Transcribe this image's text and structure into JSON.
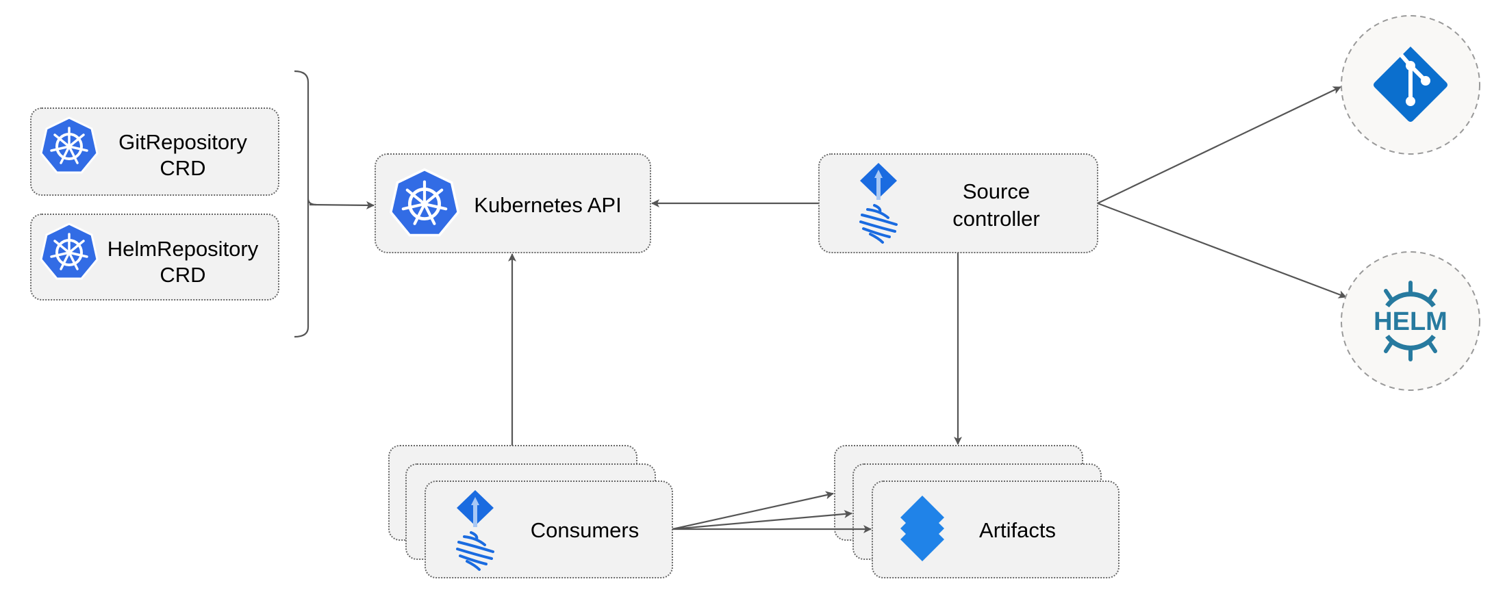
{
  "nodes": {
    "git_repository_crd": {
      "line1": "GitRepository",
      "line2": "CRD"
    },
    "helm_repository_crd": {
      "line1": "HelmRepository",
      "line2": "CRD"
    },
    "kubernetes_api": {
      "label": "Kubernetes API"
    },
    "source_controller": {
      "line1": "Source",
      "line2": "controller"
    },
    "consumers": {
      "label": "Consumers"
    },
    "artifacts": {
      "label": "Artifacts"
    },
    "git_logo": {
      "icon": "git-icon"
    },
    "helm_logo": {
      "icon": "helm-icon",
      "text": "HELM"
    }
  },
  "colors": {
    "kubernetes_blue": "#326ce5",
    "flux_blue": "#1a6be0",
    "git_blue": "#0b6fce",
    "helm_teal": "#277a9f",
    "artifacts_blue": "#2083e8",
    "box_fill": "#f2f2f2"
  }
}
